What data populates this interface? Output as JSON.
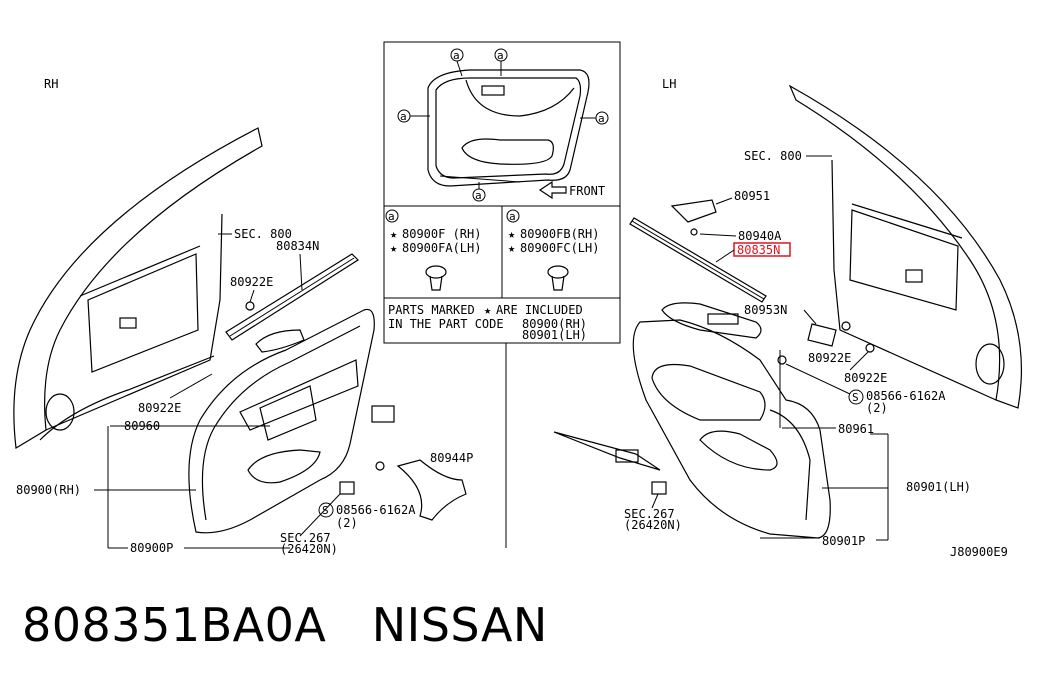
{
  "side_labels": {
    "rh": "RH",
    "lh": "LH"
  },
  "inset": {
    "callout": "a",
    "front": "FRONT",
    "left_cell": {
      "callout": "a",
      "line1": "80900F (RH)",
      "line2": "80900FA(LH)"
    },
    "right_cell": {
      "callout": "a",
      "line1": "80900FB(RH)",
      "line2": "80900FC(LH)"
    },
    "note_line1": "PARTS MARKED",
    "note_line1b": "ARE INCLUDED",
    "note_line2": "IN THE PART CODE",
    "note_code1": "80900(RH)",
    "note_code2": "80901(LH)"
  },
  "rh_labels": {
    "sec800": "SEC. 800",
    "p80834N": "80834N",
    "p80922E_a": "80922E",
    "p80922E_b": "80922E",
    "p80960": "80960",
    "p80900RH": "80900(RH)",
    "p80900P": "80900P",
    "p80944P": "80944P",
    "screw": "08566-6162A",
    "screw_qty": "(2)",
    "sec267": "SEC.267",
    "sec267_sub": "(26420N)"
  },
  "lh_labels": {
    "sec800": "SEC. 800",
    "p80951": "80951",
    "p80940A": "80940A",
    "p80835N": "80835N",
    "p80953N": "80953N",
    "p80922E_a": "80922E",
    "p80922E_b": "80922E",
    "screw": "08566-6162A",
    "screw_qty": "(2)",
    "p80961": "80961",
    "p80901LH": "80901(LH)",
    "p80901P": "80901P",
    "sec267": "SEC.267",
    "sec267_sub": "(26420N)"
  },
  "diagram_code": "J80900E9",
  "footer": {
    "part_number": "808351BA0A",
    "brand": "NISSAN"
  },
  "highlight_color": "#e0141e"
}
